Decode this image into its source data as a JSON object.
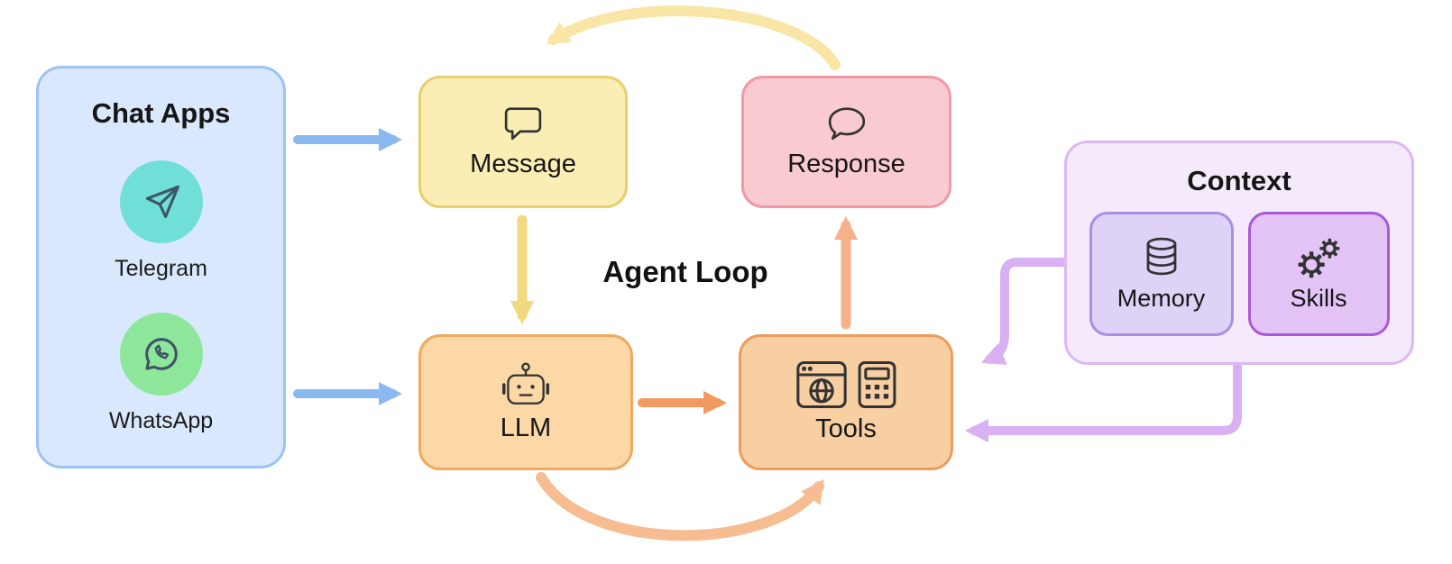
{
  "title": "Agent Loop",
  "chat_apps": {
    "title": "Chat Apps",
    "items": {
      "telegram": "Telegram",
      "whatsapp": "WhatsApp"
    }
  },
  "nodes": {
    "message": "Message",
    "response": "Response",
    "llm": "LLM",
    "tools": "Tools"
  },
  "context": {
    "title": "Context",
    "memory": "Memory",
    "skills": "Skills"
  },
  "colors": {
    "chat_apps_fill": "#d9e8fc",
    "chat_apps_border": "#9cc3f2",
    "telegram_circle": "#6fdfd8",
    "whatsapp_circle": "#8ce79b",
    "message_fill": "#fbeeb4",
    "message_border": "#e7cf6d",
    "response_fill": "#f9cacf",
    "response_border": "#ef9aa4",
    "llm_fill": "#fbd8a6",
    "llm_border": "#f0aa60",
    "tools_fill": "#f8cfa2",
    "tools_border": "#ec9c5d",
    "context_fill": "#f5eafc",
    "context_border": "#ddb7f1",
    "memory_fill": "#ded2f7",
    "memory_border": "#a98fe4",
    "skills_fill": "#e4c3f7",
    "skills_border": "#aa58d9",
    "arrow_blue": "#8ab9f2",
    "arrow_yellow": "#f2d87e",
    "arrow_cream": "#f9e6a6",
    "arrow_orange": "#f19a5f",
    "arrow_salmon": "#f5b28a",
    "arrow_peach": "#f6bd92",
    "arrow_purple": "#d9b0f2",
    "icon_stroke": "#333333"
  }
}
